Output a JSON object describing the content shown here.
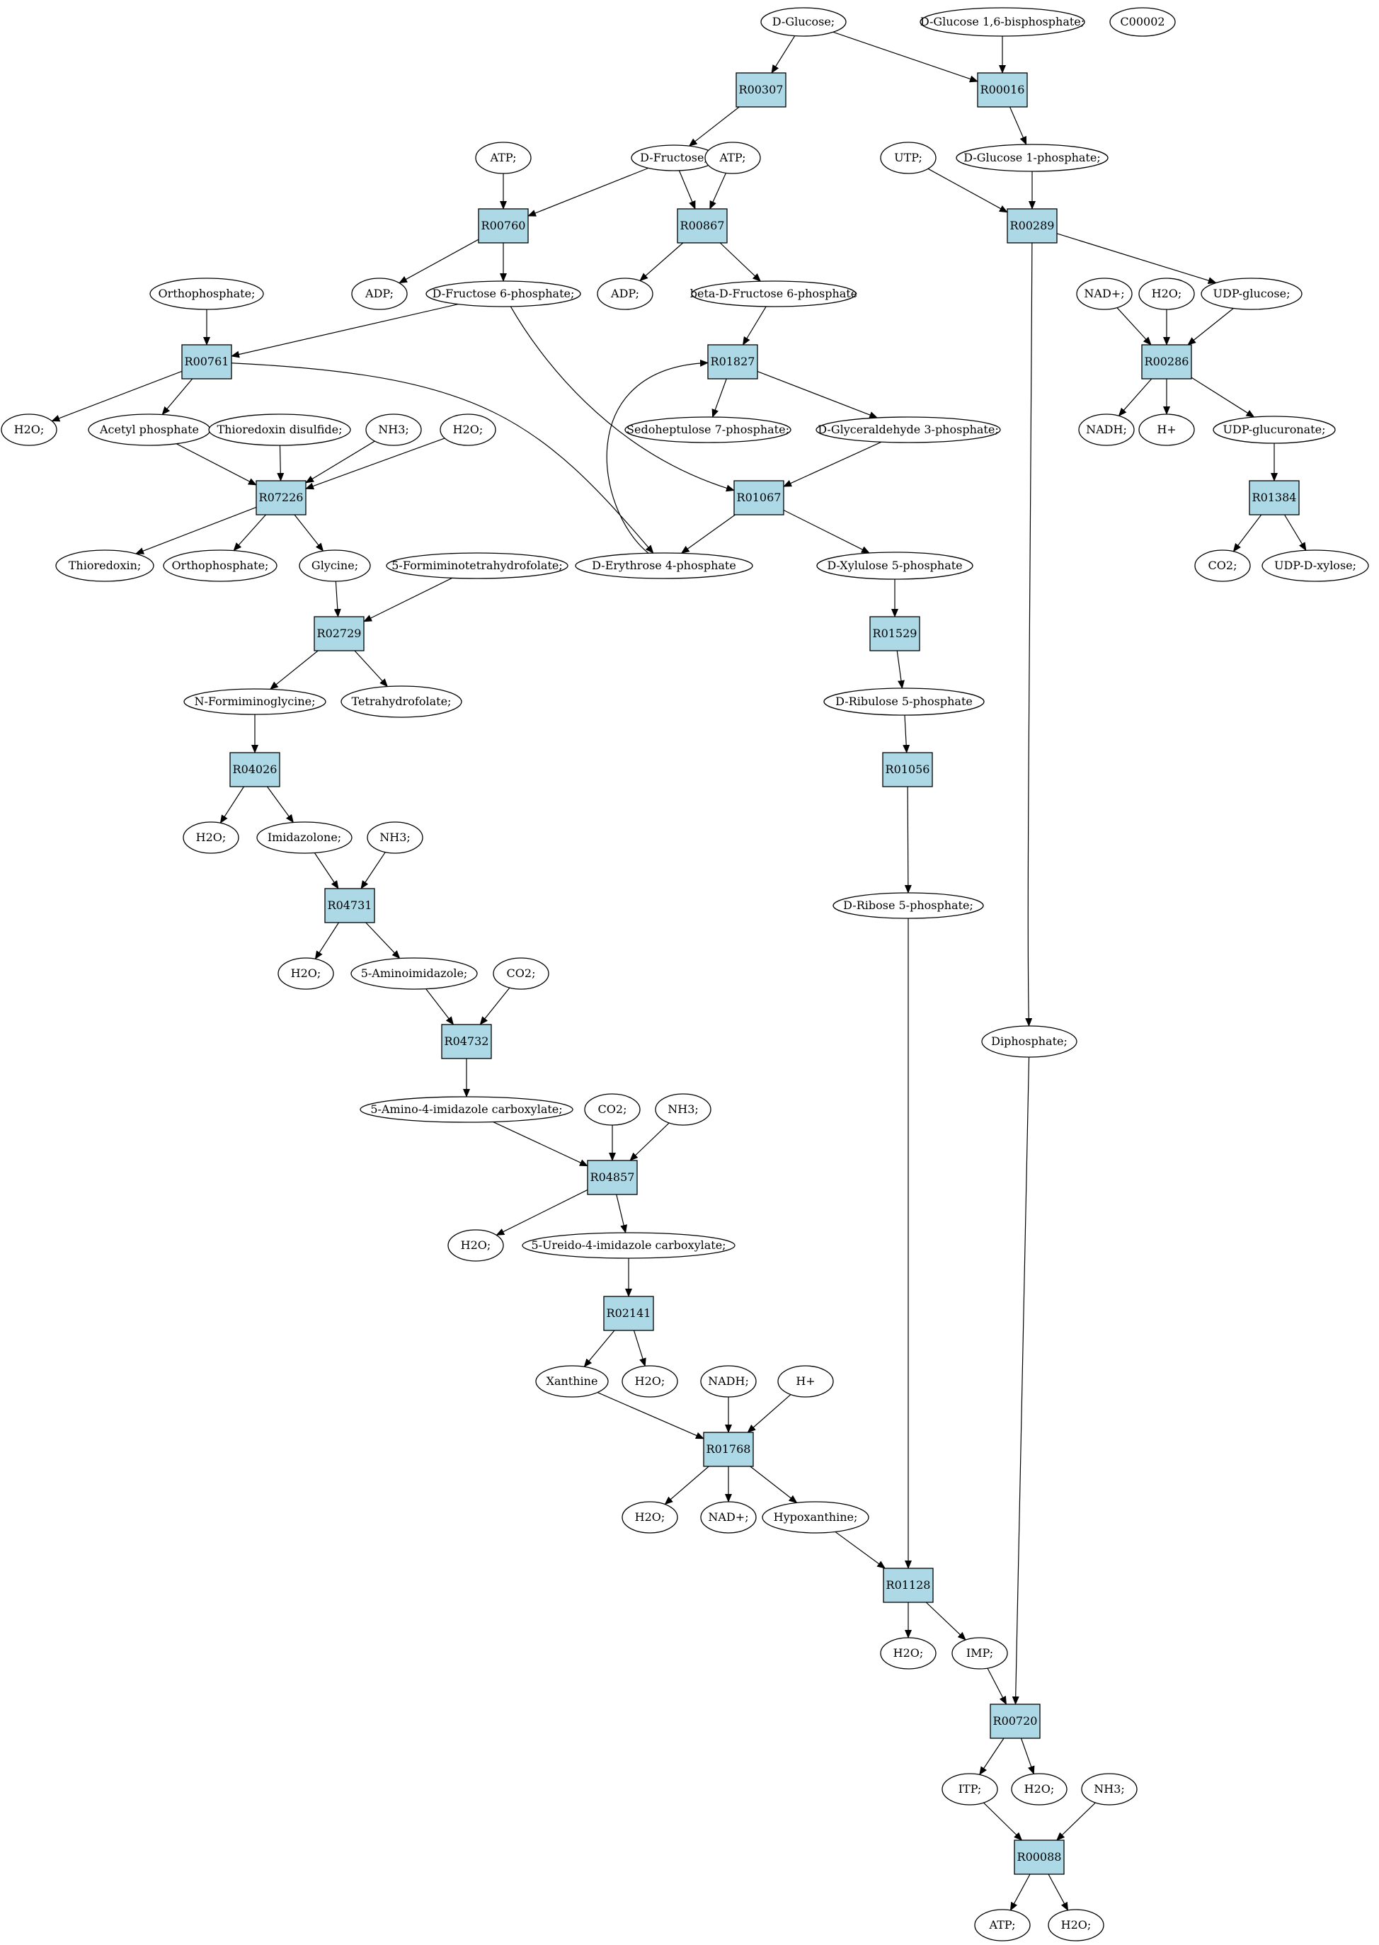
{
  "colors": {
    "reaction_fill": "#add8e6",
    "compound_fill": "#ffffff",
    "start_fill": "#00ff00",
    "highlight_fill": "#ffff00",
    "stroke": "#000000"
  },
  "nodes": {
    "c_dglucose": "D-Glucose;",
    "c_dglc16bp": "D-Glucose 1,6-bisphosphate;",
    "c_c00002": "C00002",
    "r00307": "R00307",
    "r00016": "R00016",
    "c_atp_1": "ATP;",
    "c_dfructose": "D-Fructose;",
    "c_atp_2": "ATP;",
    "c_utp": "UTP;",
    "c_dglc1p": "D-Glucose 1-phosphate;",
    "r00760": "R00760",
    "r00867": "R00867",
    "r00289": "R00289",
    "c_orthophosphate_1": "Orthophosphate;",
    "c_adp_1": "ADP;",
    "c_dfru6p": "D-Fructose 6-phosphate;",
    "c_adp_2": "ADP;",
    "c_bdfru6p": "beta-D-Fructose 6-phosphate",
    "c_nadplus_1": "NAD+;",
    "c_h2o_udp": "H2O;",
    "c_udpglucose": "UDP-glucose;",
    "r00761": "R00761",
    "r01827": "R01827",
    "r00286": "R00286",
    "c_h2o_1": "H2O;",
    "c_acetylp": "Acetyl phosphate",
    "c_thioredoxin_disulfide": "Thioredoxin disulfide;",
    "c_nh3_1": "NH3;",
    "c_h2o_2": "H2O;",
    "c_sedo7p": "Sedoheptulose 7-phosphate;",
    "c_gap": "D-Glyceraldehyde 3-phosphate;",
    "c_nadh_1": "NADH;",
    "c_hplus_1": "H+",
    "c_udpglucuronate": "UDP-glucuronate;",
    "r07226": "R07226",
    "r01067": "R01067",
    "r01384": "R01384",
    "c_thioredoxin": "Thioredoxin;",
    "c_orthophosphate_2": "Orthophosphate;",
    "c_glycine": "Glycine;",
    "c_5fthf": "5-Formiminotetrahydrofolate;",
    "c_e4p": "D-Erythrose 4-phosphate",
    "c_xu5p": "D-Xylulose 5-phosphate",
    "c_co2_1": "CO2;",
    "c_udpxylose": "UDP-D-xylose;",
    "r02729": "R02729",
    "r01529": "R01529",
    "c_nformiminoglycine": "N-Formiminoglycine;",
    "c_thf": "Tetrahydrofolate;",
    "c_ru5p": "D-Ribulose 5-phosphate",
    "r04026": "R04026",
    "r01056": "R01056",
    "c_h2o_3": "H2O;",
    "c_imidazolone": "Imidazolone;",
    "c_nh3_2": "NH3;",
    "r04731": "R04731",
    "c_r5p": "D-Ribose 5-phosphate;",
    "c_h2o_4": "H2O;",
    "c_5aminoimidazole": "5-Aminoimidazole;",
    "c_co2_2": "CO2;",
    "r04732": "R04732",
    "c_diphosphate": "Diphosphate;",
    "c_5a4ic": "5-Amino-4-imidazole carboxylate;",
    "c_co2_3": "CO2;",
    "c_nh3_3": "NH3;",
    "r04857": "R04857",
    "c_h2o_5": "H2O;",
    "c_5u4ic": "5-Ureido-4-imidazole carboxylate;",
    "r02141": "R02141",
    "c_xanthine": "Xanthine",
    "c_h2o_6": "H2O;",
    "c_nadh_2": "NADH;",
    "c_hplus_2": "H+",
    "r01768": "R01768",
    "c_h2o_7": "H2O;",
    "c_nadplus_2": "NAD+;",
    "c_hypoxanthine": "Hypoxanthine;",
    "r01128": "R01128",
    "c_h2o_8": "H2O;",
    "c_imp": "IMP;",
    "r00720": "R00720",
    "c_itp": "ITP;",
    "c_h2o_9": "H2O;",
    "c_nh3_4": "NH3;",
    "r00088": "R00088",
    "c_atp_3": "ATP;",
    "c_h2o_10": "H2O;"
  }
}
